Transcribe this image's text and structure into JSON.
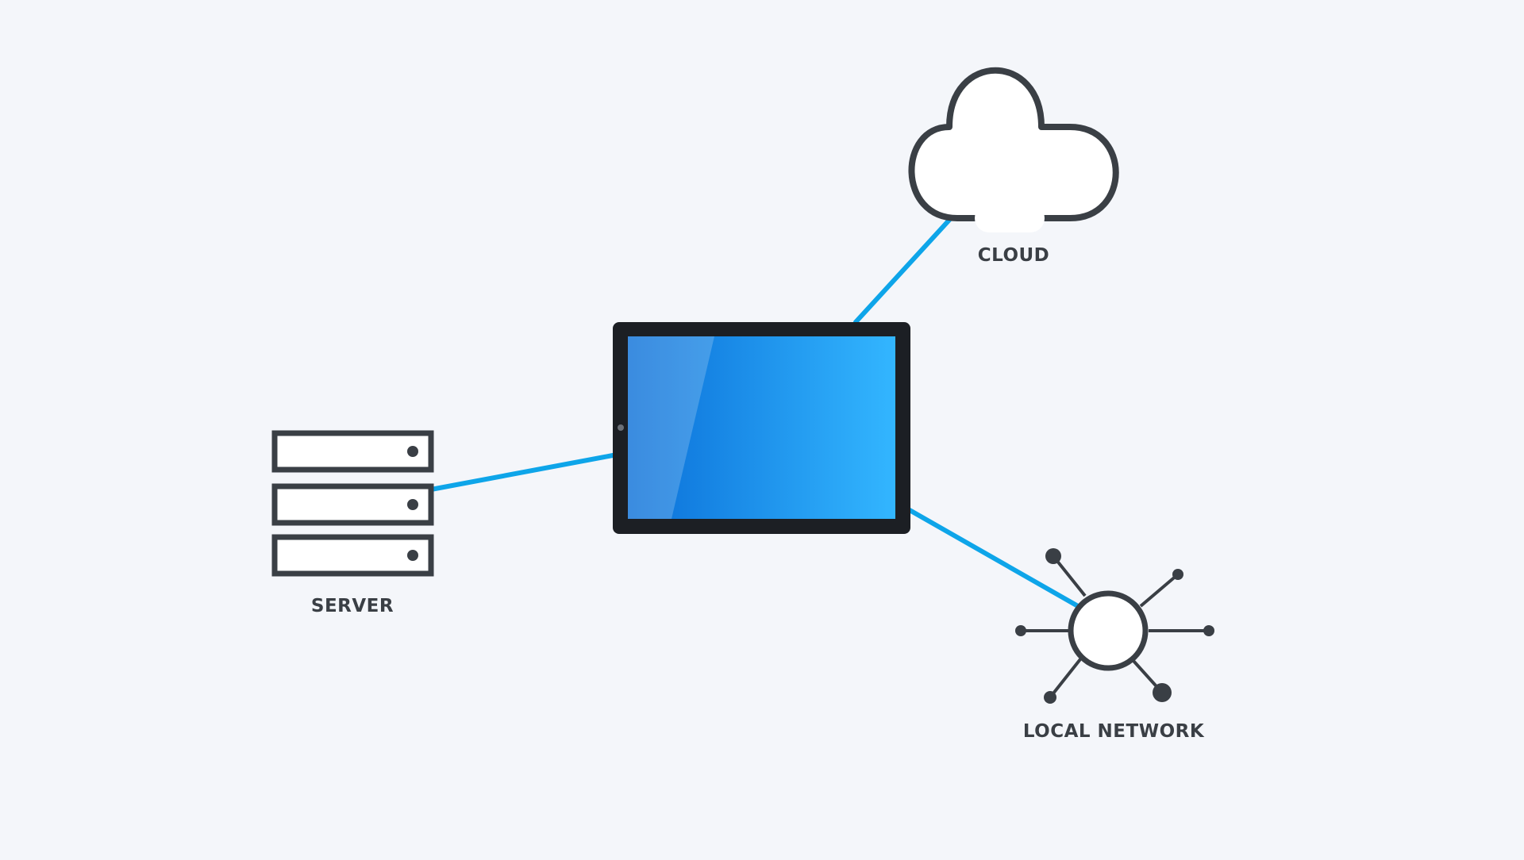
{
  "diagram": {
    "nodes": {
      "cloud": {
        "label": "CLOUD",
        "icon": "cloud-icon"
      },
      "server": {
        "label": "SERVER",
        "icon": "server-rack-icon"
      },
      "local_network": {
        "label": "LOCAL NETWORK",
        "icon": "network-hub-icon"
      },
      "center": {
        "icon": "tablet-icon"
      }
    },
    "connections": [
      {
        "from": "tablet",
        "to": "cloud"
      },
      {
        "from": "tablet",
        "to": "server"
      },
      {
        "from": "tablet",
        "to": "local_network"
      }
    ]
  },
  "colors": {
    "background": "#f4f6fa",
    "connector": "#0ea5e9",
    "outline": "#3a3f45",
    "tablet_body": "#1c1f24",
    "screen_start": "#0a6fd8",
    "screen_end": "#33b6ff"
  }
}
